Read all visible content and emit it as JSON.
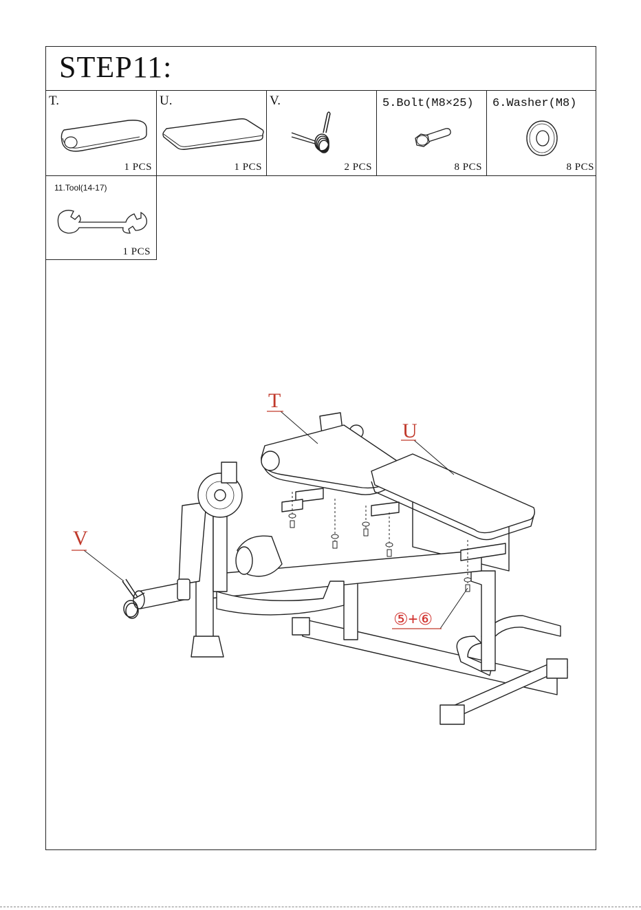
{
  "step": {
    "title": "STEP11:"
  },
  "parts": [
    {
      "label": "T.",
      "qty": "1 PCS",
      "icon": "seat-pad-t"
    },
    {
      "label": "U.",
      "qty": "1 PCS",
      "icon": "seat-pad-u"
    },
    {
      "label": "V.",
      "qty": "2 PCS",
      "icon": "spring-collar"
    },
    {
      "label": "5.Bolt(M8×25)",
      "qty": "8 PCS",
      "icon": "bolt"
    },
    {
      "label": "6.Washer(M8)",
      "qty": "8 PCS",
      "icon": "washer"
    }
  ],
  "tool": {
    "label": "11.Tool(14-17)",
    "qty": "1 PCS",
    "icon": "wrench"
  },
  "callouts": {
    "t": "T",
    "u": "U",
    "v": "V",
    "fasteners": "⑤+⑥"
  },
  "colors": {
    "callout": "#c0392b",
    "line": "#222222"
  }
}
